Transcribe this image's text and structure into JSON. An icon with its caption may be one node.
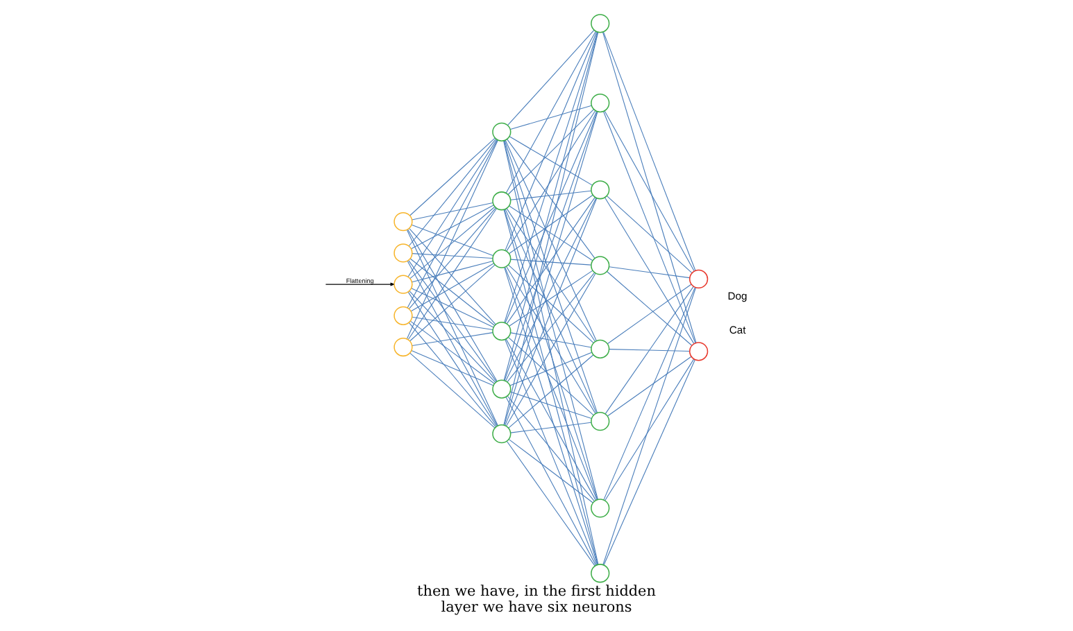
{
  "diagram": {
    "caption": "then we have, in the first hidden layer we have six neurons",
    "nodes": [
      {
        "text": [],
        "shape": "circle"
      },
      {
        "text": [],
        "shape": "circle"
      },
      {
        "text": [],
        "shape": "circle"
      },
      {
        "text": [],
        "shape": "circle"
      },
      {
        "text": [],
        "shape": "circle"
      },
      {
        "text": [],
        "shape": "circle"
      },
      {
        "text": [],
        "shape": "circle"
      },
      {
        "text": [],
        "shape": "circle"
      },
      {
        "text": [],
        "shape": "circle"
      },
      {
        "text": [],
        "shape": "circle"
      },
      {
        "text": [],
        "shape": "circle"
      },
      {
        "text": [],
        "shape": "circle"
      },
      {
        "text": [],
        "shape": "circle"
      },
      {
        "text": [],
        "shape": "circle"
      },
      {
        "text": [],
        "shape": "circle"
      },
      {
        "text": [],
        "shape": "circle"
      },
      {
        "text": [],
        "shape": "circle"
      },
      {
        "text": [],
        "shape": "circle"
      },
      {
        "text": [],
        "shape": "circle"
      },
      {
        "text": [],
        "shape": "circle",
        "beside": [
          "Dog"
        ]
      },
      {
        "text": [],
        "shape": "circle",
        "beside": [
          "Cat"
        ]
      }
    ],
    "edges": [
      {
        "from": null,
        "to": 2,
        "arrow": "to",
        "label": "Flattening",
        "color": "#000000"
      },
      {
        "from": 0,
        "to": 5,
        "arrow": "none"
      },
      {
        "from": 0,
        "to": 6,
        "arrow": "none"
      },
      {
        "from": 0,
        "to": 7,
        "arrow": "none"
      },
      {
        "from": 0,
        "to": 8,
        "arrow": "none"
      },
      {
        "from": 0,
        "to": 9,
        "arrow": "none"
      },
      {
        "from": 0,
        "to": 10,
        "arrow": "none"
      },
      {
        "from": 1,
        "to": 5,
        "arrow": "none"
      },
      {
        "from": 1,
        "to": 6,
        "arrow": "none"
      },
      {
        "from": 1,
        "to": 7,
        "arrow": "none"
      },
      {
        "from": 1,
        "to": 8,
        "arrow": "none"
      },
      {
        "from": 1,
        "to": 9,
        "arrow": "none"
      },
      {
        "from": 1,
        "to": 10,
        "arrow": "none"
      },
      {
        "from": 2,
        "to": 5,
        "arrow": "none"
      },
      {
        "from": 2,
        "to": 6,
        "arrow": "none"
      },
      {
        "from": 2,
        "to": 7,
        "arrow": "none"
      },
      {
        "from": 2,
        "to": 8,
        "arrow": "none"
      },
      {
        "from": 2,
        "to": 9,
        "arrow": "none"
      },
      {
        "from": 2,
        "to": 10,
        "arrow": "none"
      },
      {
        "from": 3,
        "to": 5,
        "arrow": "none"
      },
      {
        "from": 3,
        "to": 6,
        "arrow": "none"
      },
      {
        "from": 3,
        "to": 7,
        "arrow": "none"
      },
      {
        "from": 3,
        "to": 8,
        "arrow": "none"
      },
      {
        "from": 3,
        "to": 9,
        "arrow": "none"
      },
      {
        "from": 3,
        "to": 10,
        "arrow": "none"
      },
      {
        "from": 4,
        "to": 5,
        "arrow": "none"
      },
      {
        "from": 4,
        "to": 6,
        "arrow": "none"
      },
      {
        "from": 4,
        "to": 7,
        "arrow": "none"
      },
      {
        "from": 4,
        "to": 8,
        "arrow": "none"
      },
      {
        "from": 4,
        "to": 9,
        "arrow": "none"
      },
      {
        "from": 4,
        "to": 10,
        "arrow": "none"
      },
      {
        "from": 5,
        "to": 11,
        "arrow": "none"
      },
      {
        "from": 5,
        "to": 12,
        "arrow": "none"
      },
      {
        "from": 5,
        "to": 13,
        "arrow": "none"
      },
      {
        "from": 5,
        "to": 14,
        "arrow": "none"
      },
      {
        "from": 5,
        "to": 15,
        "arrow": "none"
      },
      {
        "from": 5,
        "to": 16,
        "arrow": "none"
      },
      {
        "from": 5,
        "to": 17,
        "arrow": "none"
      },
      {
        "from": 5,
        "to": 18,
        "arrow": "none"
      },
      {
        "from": 6,
        "to": 11,
        "arrow": "none"
      },
      {
        "from": 6,
        "to": 12,
        "arrow": "none"
      },
      {
        "from": 6,
        "to": 13,
        "arrow": "none"
      },
      {
        "from": 6,
        "to": 14,
        "arrow": "none"
      },
      {
        "from": 6,
        "to": 15,
        "arrow": "none"
      },
      {
        "from": 6,
        "to": 16,
        "arrow": "none"
      },
      {
        "from": 6,
        "to": 17,
        "arrow": "none"
      },
      {
        "from": 6,
        "to": 18,
        "arrow": "none"
      },
      {
        "from": 7,
        "to": 11,
        "arrow": "none"
      },
      {
        "from": 7,
        "to": 12,
        "arrow": "none"
      },
      {
        "from": 7,
        "to": 13,
        "arrow": "none"
      },
      {
        "from": 7,
        "to": 14,
        "arrow": "none"
      },
      {
        "from": 7,
        "to": 15,
        "arrow": "none"
      },
      {
        "from": 7,
        "to": 16,
        "arrow": "none"
      },
      {
        "from": 7,
        "to": 17,
        "arrow": "none"
      },
      {
        "from": 7,
        "to": 18,
        "arrow": "none"
      },
      {
        "from": 8,
        "to": 11,
        "arrow": "none"
      },
      {
        "from": 8,
        "to": 12,
        "arrow": "none"
      },
      {
        "from": 8,
        "to": 13,
        "arrow": "none"
      },
      {
        "from": 8,
        "to": 14,
        "arrow": "none"
      },
      {
        "from": 8,
        "to": 15,
        "arrow": "none"
      },
      {
        "from": 8,
        "to": 16,
        "arrow": "none"
      },
      {
        "from": 8,
        "to": 17,
        "arrow": "none"
      },
      {
        "from": 8,
        "to": 18,
        "arrow": "none"
      },
      {
        "from": 9,
        "to": 11,
        "arrow": "none"
      },
      {
        "from": 9,
        "to": 12,
        "arrow": "none"
      },
      {
        "from": 9,
        "to": 13,
        "arrow": "none"
      },
      {
        "from": 9,
        "to": 14,
        "arrow": "none"
      },
      {
        "from": 9,
        "to": 15,
        "arrow": "none"
      },
      {
        "from": 9,
        "to": 16,
        "arrow": "none"
      },
      {
        "from": 9,
        "to": 17,
        "arrow": "none"
      },
      {
        "from": 9,
        "to": 18,
        "arrow": "none"
      },
      {
        "from": 10,
        "to": 11,
        "arrow": "none"
      },
      {
        "from": 10,
        "to": 12,
        "arrow": "none"
      },
      {
        "from": 10,
        "to": 13,
        "arrow": "none"
      },
      {
        "from": 10,
        "to": 14,
        "arrow": "none"
      },
      {
        "from": 10,
        "to": 15,
        "arrow": "none"
      },
      {
        "from": 10,
        "to": 16,
        "arrow": "none"
      },
      {
        "from": 10,
        "to": 17,
        "arrow": "none"
      },
      {
        "from": 10,
        "to": 18,
        "arrow": "none"
      },
      {
        "from": 11,
        "to": 19,
        "arrow": "none"
      },
      {
        "from": 11,
        "to": 20,
        "arrow": "none"
      },
      {
        "from": 12,
        "to": 19,
        "arrow": "none"
      },
      {
        "from": 12,
        "to": 20,
        "arrow": "none"
      },
      {
        "from": 13,
        "to": 19,
        "arrow": "none"
      },
      {
        "from": 13,
        "to": 20,
        "arrow": "none"
      },
      {
        "from": 14,
        "to": 19,
        "arrow": "none"
      },
      {
        "from": 14,
        "to": 20,
        "arrow": "none"
      },
      {
        "from": 15,
        "to": 19,
        "arrow": "none"
      },
      {
        "from": 15,
        "to": 20,
        "arrow": "none"
      },
      {
        "from": 16,
        "to": 19,
        "arrow": "none"
      },
      {
        "from": 16,
        "to": 20,
        "arrow": "none"
      },
      {
        "from": 17,
        "to": 19,
        "arrow": "none"
      },
      {
        "from": 17,
        "to": 20,
        "arrow": "none"
      },
      {
        "from": 18,
        "to": 19,
        "arrow": "none"
      },
      {
        "from": 18,
        "to": 20,
        "arrow": "none"
      }
    ]
  }
}
